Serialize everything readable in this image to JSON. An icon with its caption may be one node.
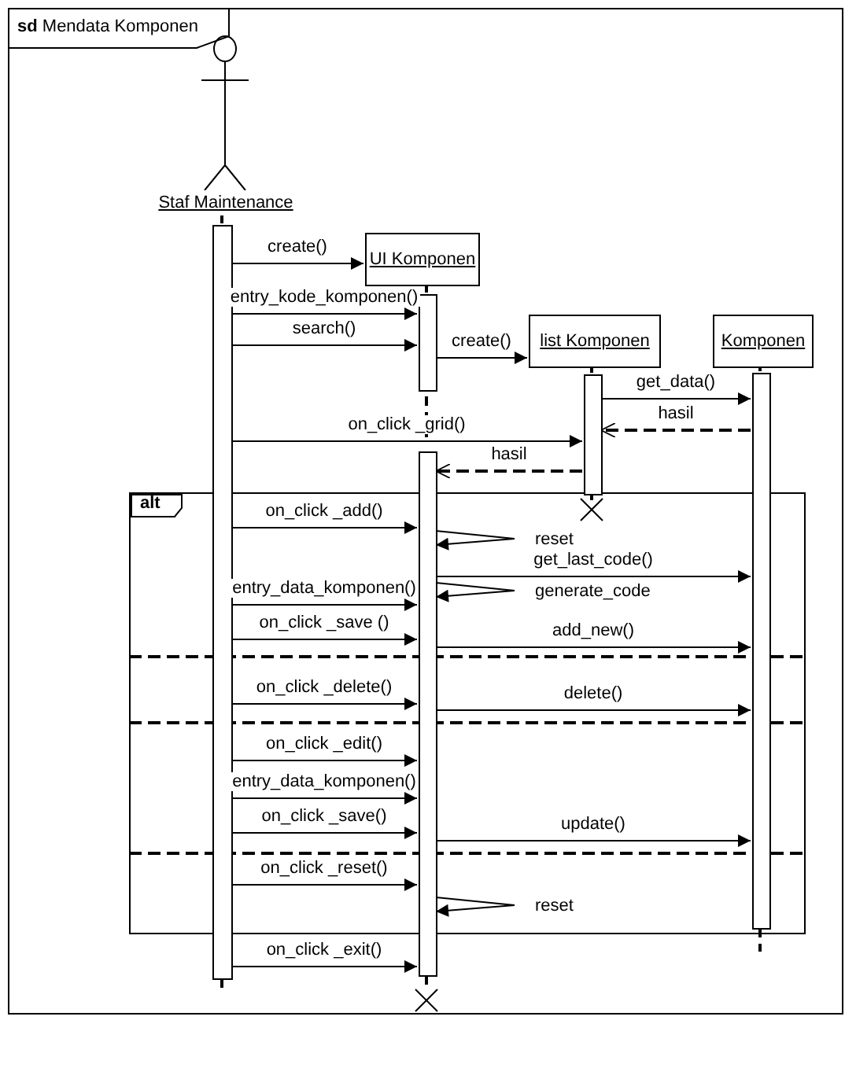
{
  "diagram": {
    "nodes": [
      {
        "text": [
          "**sd** Mendata Komponen"
        ]
      },
      {
        "text": [
          "Staf Maintenance"
        ],
        "in": 0
      },
      {
        "text": [
          "UI Komponen"
        ],
        "in": 0
      },
      {
        "text": [
          "list Komponen"
        ],
        "in": 0
      },
      {
        "text": [
          "Komponen"
        ],
        "in": 0
      },
      {
        "text": [
          "alt"
        ],
        "in": 0
      },
      {
        "text": [],
        "shape": "bar",
        "in": 0
      },
      {
        "text": [],
        "shape": "bar",
        "in": 0
      },
      {
        "text": [],
        "shape": "bar",
        "in": 0
      },
      {
        "text": [],
        "shape": "bar",
        "in": 0
      },
      {
        "text": [],
        "shape": "bar",
        "in": 0
      }
    ],
    "edges": [
      {
        "from": 6,
        "to": 2,
        "arrow": "to",
        "label": "create()"
      },
      {
        "from": 6,
        "to": 7,
        "arrow": "to",
        "label": "entry_kode_komponen()"
      },
      {
        "from": 6,
        "to": 7,
        "arrow": "to",
        "label": "search()"
      },
      {
        "from": 7,
        "to": 3,
        "arrow": "to",
        "label": "create()"
      },
      {
        "from": 9,
        "to": 10,
        "arrow": "to",
        "label": "get_data()"
      },
      {
        "from": 10,
        "to": 9,
        "arrow": "to",
        "label": "hasil",
        "style": "dashed"
      },
      {
        "from": 6,
        "to": 9,
        "arrow": "to",
        "label": "on_click _grid()"
      },
      {
        "from": 9,
        "to": 8,
        "arrow": "to",
        "label": "hasil",
        "style": "dashed"
      },
      {
        "from": 6,
        "to": 8,
        "arrow": "to",
        "label": "on_click _add()"
      },
      {
        "from": 8,
        "to": 8,
        "arrow": "to",
        "label": "reset"
      },
      {
        "from": 8,
        "to": 10,
        "arrow": "to",
        "label": "get_last_code()"
      },
      {
        "from": 8,
        "to": 8,
        "arrow": "to",
        "label": "generate_code"
      },
      {
        "from": 6,
        "to": 8,
        "arrow": "to",
        "label": "entry_data_komponen()"
      },
      {
        "from": 6,
        "to": 8,
        "arrow": "to",
        "label": "on_click _save ()"
      },
      {
        "from": 8,
        "to": 10,
        "arrow": "to",
        "label": "add_new()"
      },
      {
        "from": 6,
        "to": 8,
        "arrow": "to",
        "label": "on_click _delete()"
      },
      {
        "from": 8,
        "to": 10,
        "arrow": "to",
        "label": "delete()"
      },
      {
        "from": 6,
        "to": 8,
        "arrow": "to",
        "label": "on_click _edit()"
      },
      {
        "from": 6,
        "to": 8,
        "arrow": "to",
        "label": "entry_data_komponen()"
      },
      {
        "from": 6,
        "to": 8,
        "arrow": "to",
        "label": "on_click _save()"
      },
      {
        "from": 8,
        "to": 10,
        "arrow": "to",
        "label": "update()"
      },
      {
        "from": 6,
        "to": 8,
        "arrow": "to",
        "label": "on_click _reset()"
      },
      {
        "from": 8,
        "to": 8,
        "arrow": "to",
        "label": "reset"
      },
      {
        "from": 6,
        "to": 8,
        "arrow": "to",
        "label": "on_click _exit()"
      }
    ]
  }
}
